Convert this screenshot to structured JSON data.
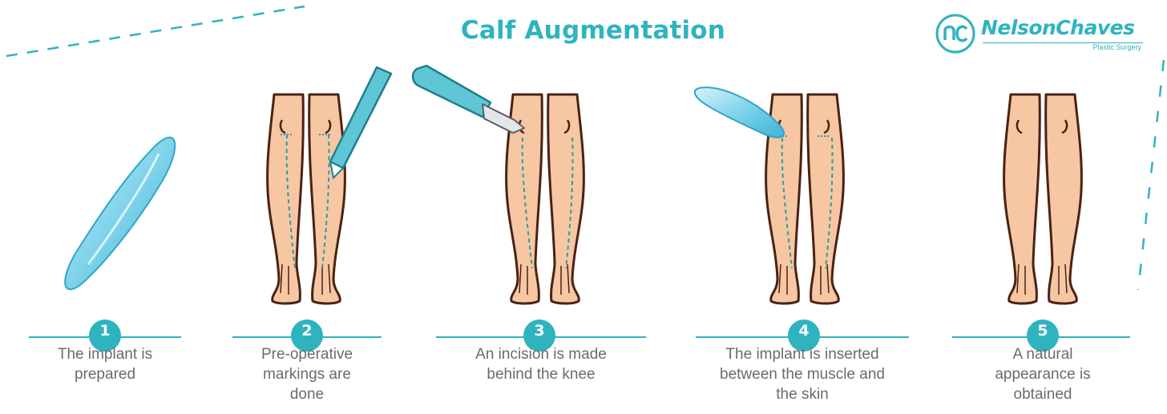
{
  "title": "Calf Augmentation",
  "brand": {
    "monogram": "nc",
    "name": "NelsonChaves",
    "tagline": "Plastic Surgery"
  },
  "colors": {
    "accent": "#2fb3bf",
    "skin": "#f6c7a2",
    "outline": "#4a2214",
    "caption": "#6b6b6b"
  },
  "steps": [
    {
      "number": "1",
      "caption": "The implant is\nprepared",
      "illustration": "implant-icon"
    },
    {
      "number": "2",
      "caption": "Pre-operative\nmarkings are\ndone",
      "illustration": "marker-pen-icon"
    },
    {
      "number": "3",
      "caption": "An incision is made\nbehind the knee",
      "illustration": "scalpel-icon"
    },
    {
      "number": "4",
      "caption": "The implant is inserted\nbetween the muscle and\nthe skin",
      "illustration": "implant-icon"
    },
    {
      "number": "5",
      "caption": "A natural\nappearance is\nobtained",
      "illustration": "legs-icon"
    }
  ]
}
